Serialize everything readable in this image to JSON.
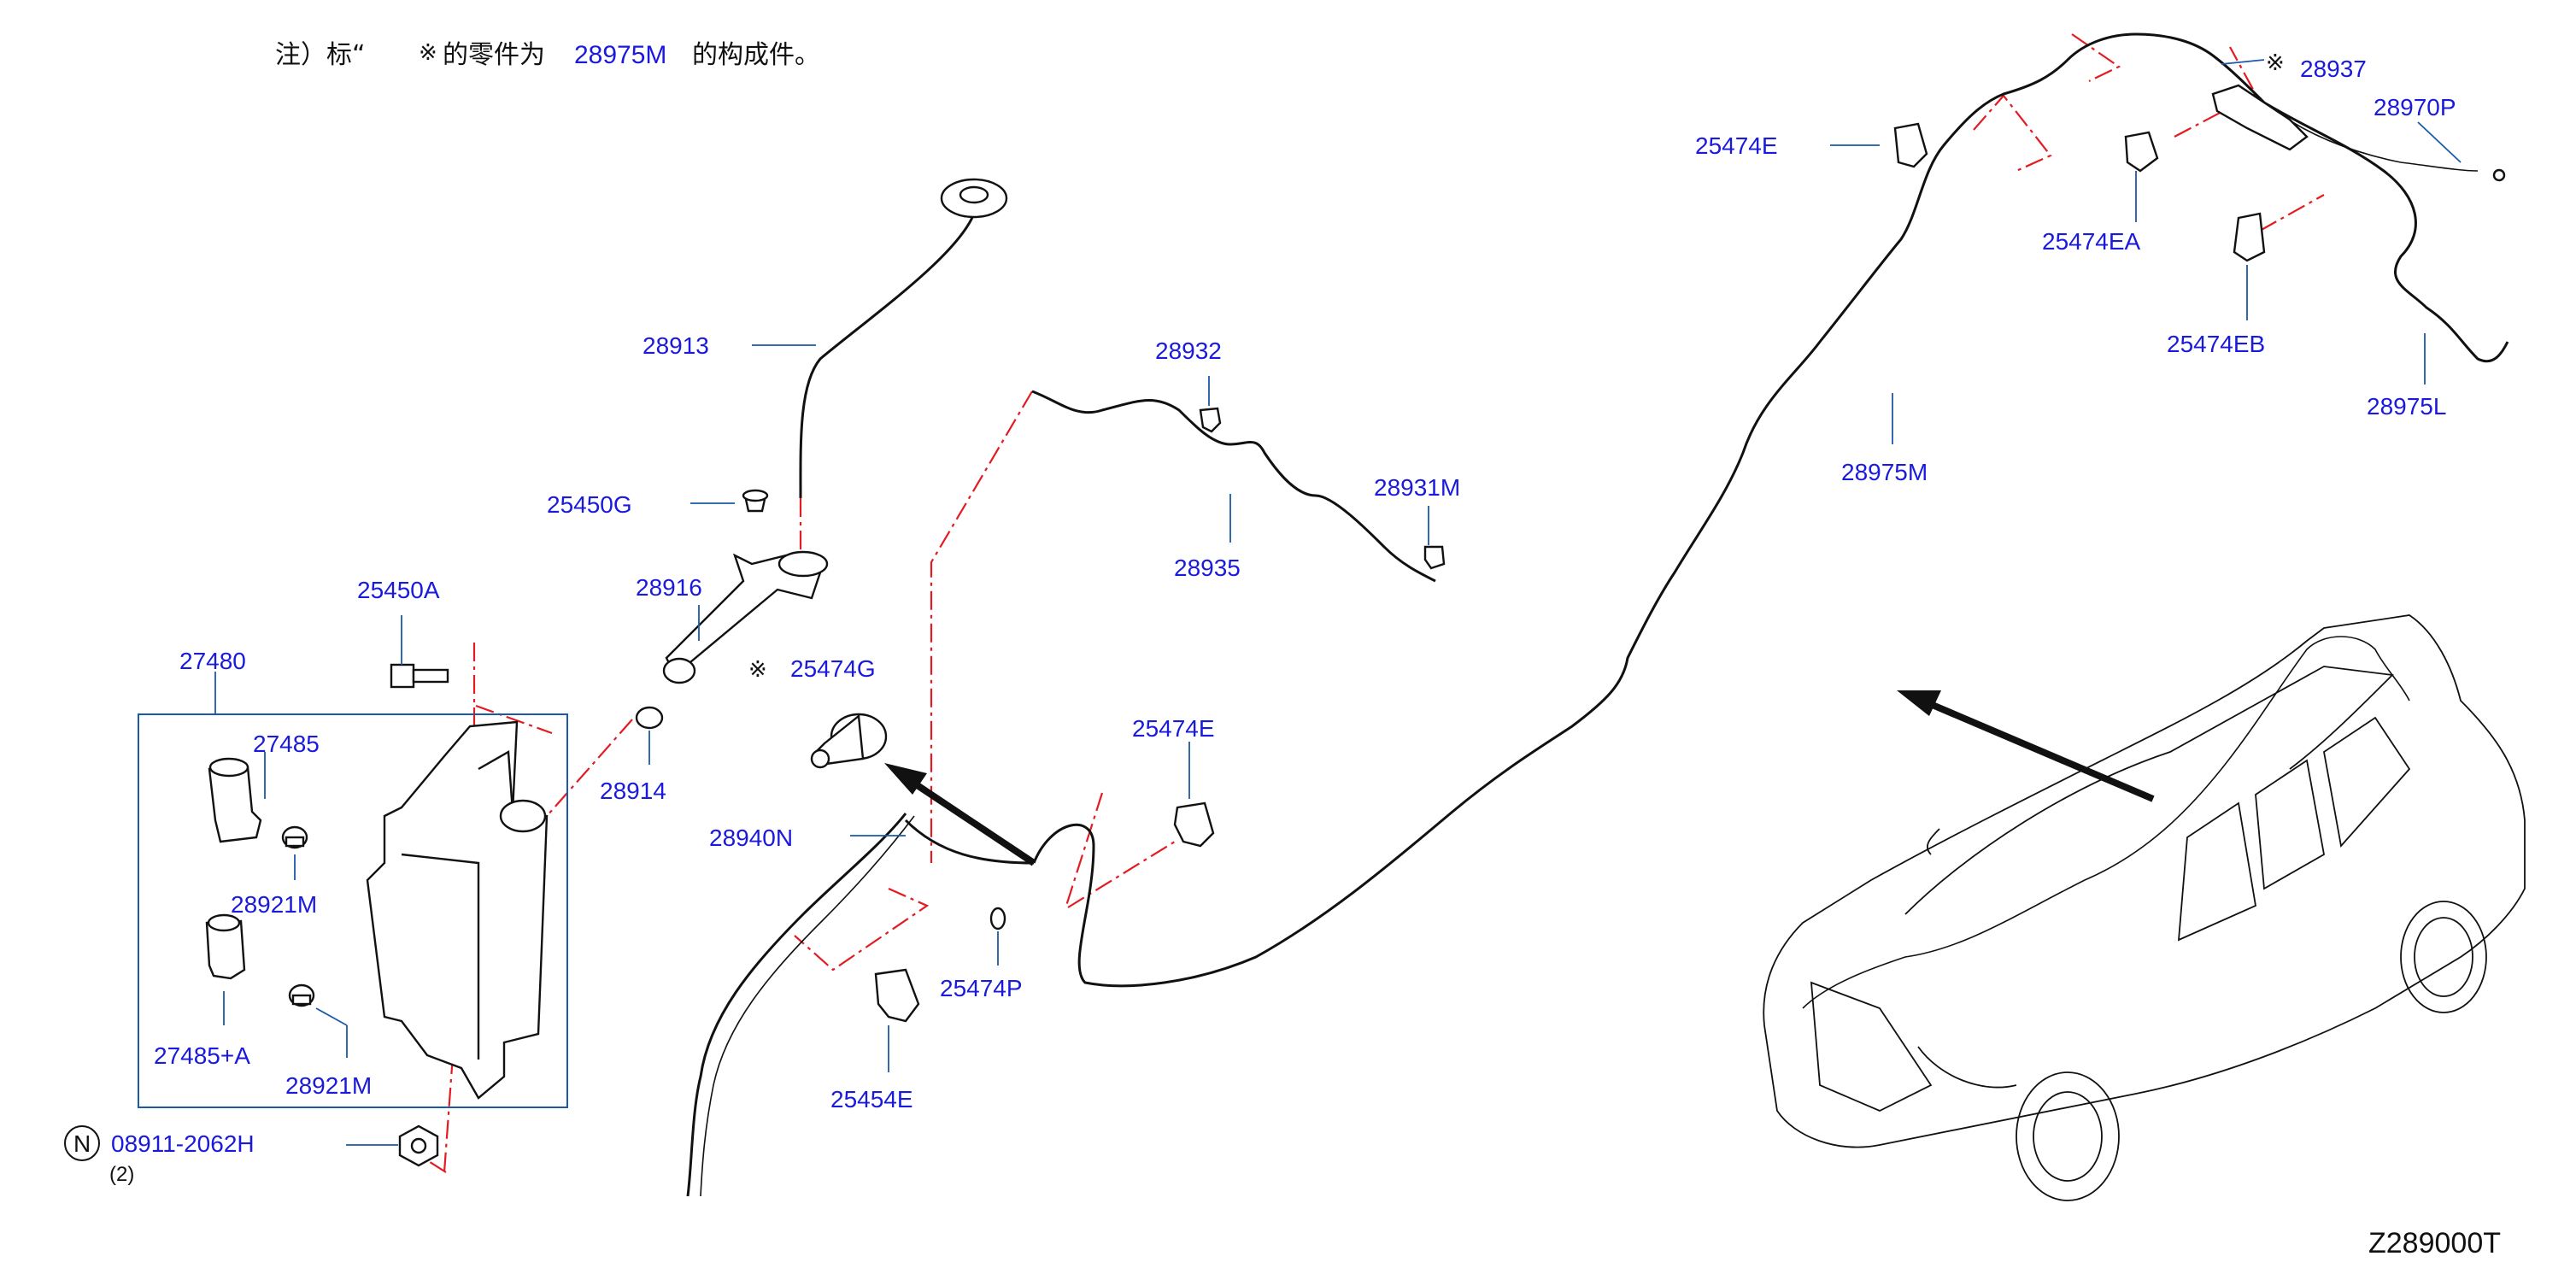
{
  "note": {
    "prefix": "注）标“",
    "symbol": "※",
    "middle": "的零件为",
    "assembly": "28975M",
    "suffix": "的构成件。"
  },
  "diagram_code": "Z289000T",
  "colors": {
    "label": "#1a1adc",
    "leader": "#1a5aa8",
    "dashed_line": "#e31b23",
    "line_art": "#111111"
  },
  "parts": {
    "p28913": "28913",
    "p25450G": "25450G",
    "p28916": "28916",
    "p25450A": "25450A",
    "p27480": "27480",
    "p27485": "27485",
    "p28921M_a": "28921M",
    "p27485A": "27485+A",
    "p28921M_b": "28921M",
    "p28914": "28914",
    "p25474G": "25474G",
    "p28940N": "28940N",
    "p25474P": "25474P",
    "p25454E": "25454E",
    "p25474E_mid": "25474E",
    "p28932": "28932",
    "p28935": "28935",
    "p28931M": "28931M",
    "p28975M": "28975M",
    "p25474E_top": "25474E",
    "p25474EA": "25474EA",
    "p28937": "28937",
    "p28970P": "28970P",
    "p25474EB": "25474EB",
    "p28975L": "28975L",
    "p08911": "08911-2062H",
    "p08911_qty": "(2)",
    "nut_marker": "N"
  },
  "marker_symbol": "※"
}
